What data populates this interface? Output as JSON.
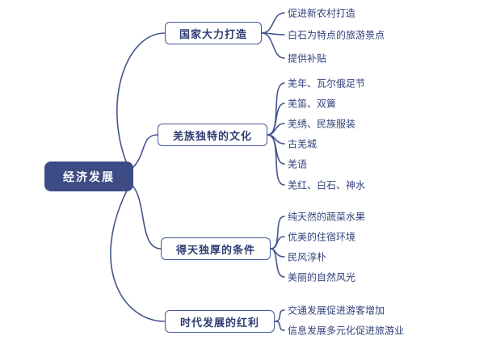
{
  "root": {
    "label": "经济发展"
  },
  "branches": [
    {
      "label": "国家大力打造",
      "leaves": [
        "促进新农村打造",
        "白石为特点的旅游景点",
        "提供补贴"
      ]
    },
    {
      "label": "羌族独特的文化",
      "leaves": [
        "羌年、瓦尔俄足节",
        "羌笛、双簧",
        "羌绣、民族服装",
        "古羌城",
        "羌语",
        "羌红、白石、神水"
      ]
    },
    {
      "label": "得天独厚的条件",
      "leaves": [
        "纯天然的蔬菜水果",
        "优美的住宿环境",
        "民风淳朴",
        "美丽的自然风光"
      ]
    },
    {
      "label": "时代发展的红利",
      "leaves": [
        "交通发展促进游客增加",
        "信息发展多元化促进旅游业"
      ]
    }
  ],
  "colors": {
    "primary": "#3f508c",
    "root_fill": "#3d4c85",
    "node_text": "#2e3d72",
    "line": "#44558e"
  }
}
